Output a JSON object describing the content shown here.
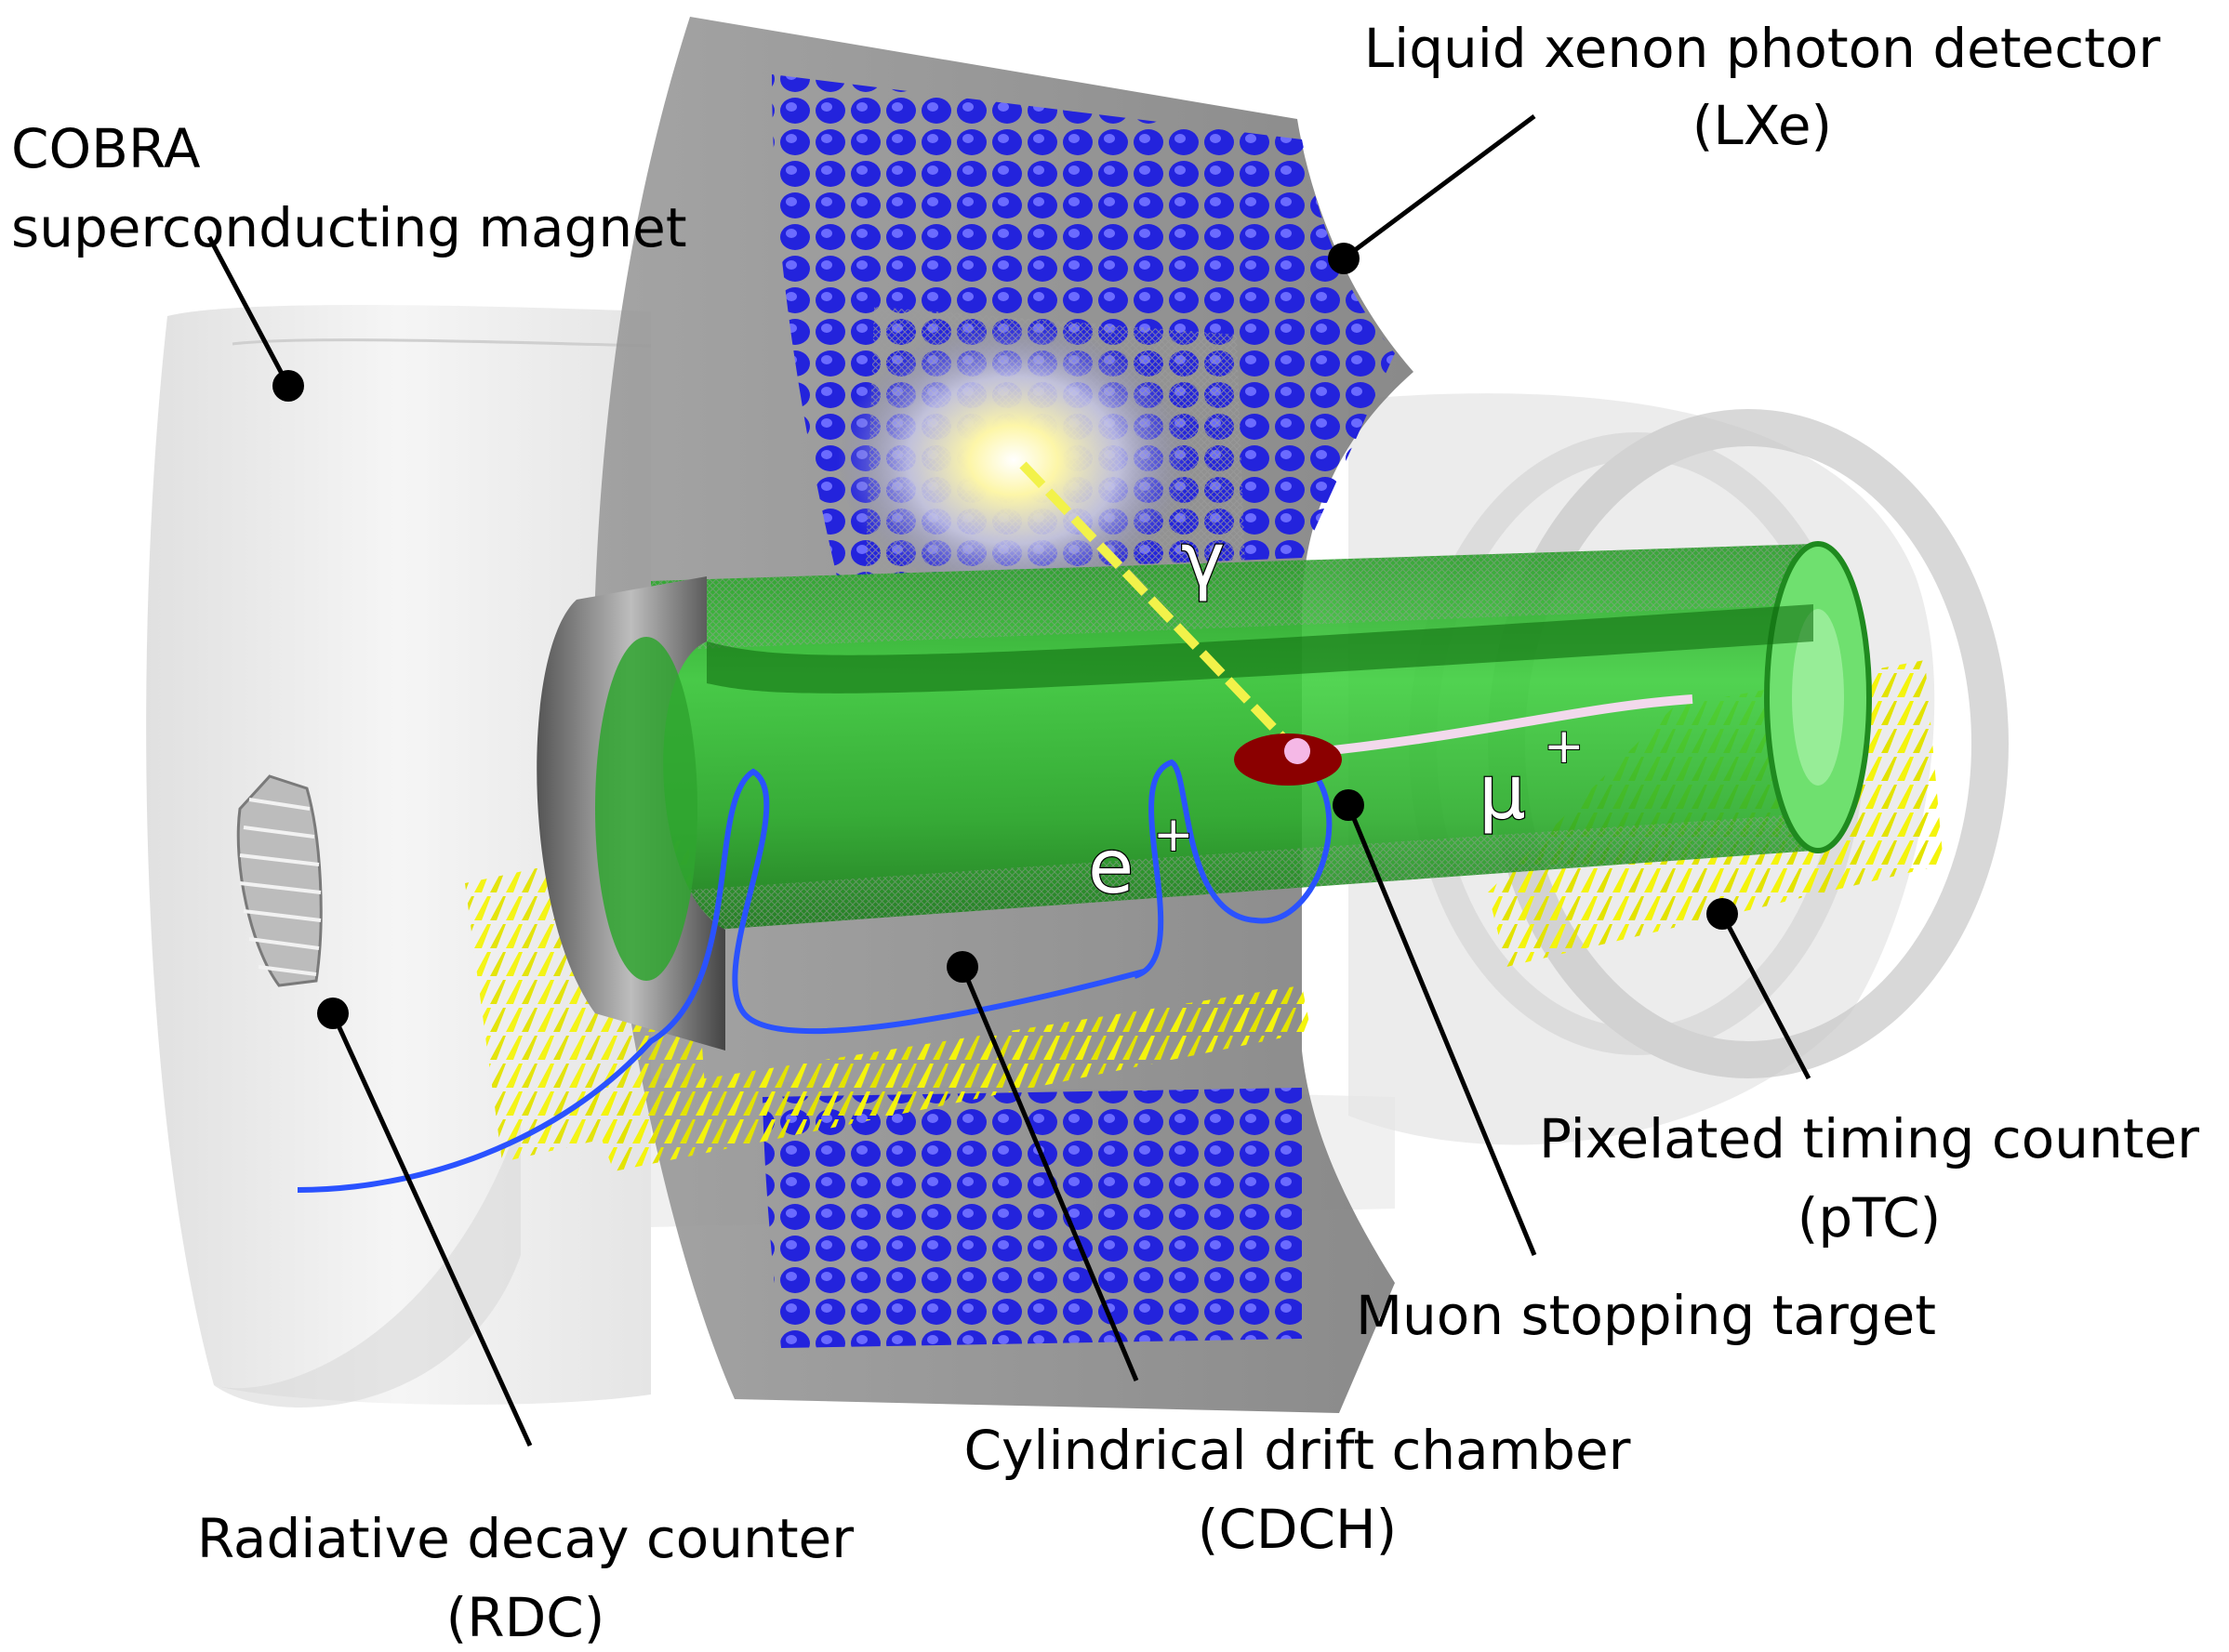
{
  "labels": {
    "cobra": [
      "COBRA",
      "superconducting magnet"
    ],
    "lxe": [
      "Liquid xenon photon detector",
      "(LXe)"
    ],
    "ptc": [
      "Pixelated timing counter",
      "(pTC)"
    ],
    "target": [
      "Muon stopping target"
    ],
    "cdch": [
      "Cylindrical drift chamber",
      "(CDCH)"
    ],
    "rdc": [
      "Radiative decay counter",
      "(RDC)"
    ]
  },
  "particles": {
    "gamma": "γ",
    "positron": "e",
    "positron_sup": "+",
    "muon": "μ",
    "muon_sup": "+"
  },
  "colors": {
    "magnet": "#e6e6e6",
    "lxe_body": "#8c8c8c",
    "pmt": "#1a1ad6",
    "cdch": "#22b522",
    "ptc": "#f2f20a",
    "target": "#8b0000",
    "track": "#2a52ff"
  }
}
